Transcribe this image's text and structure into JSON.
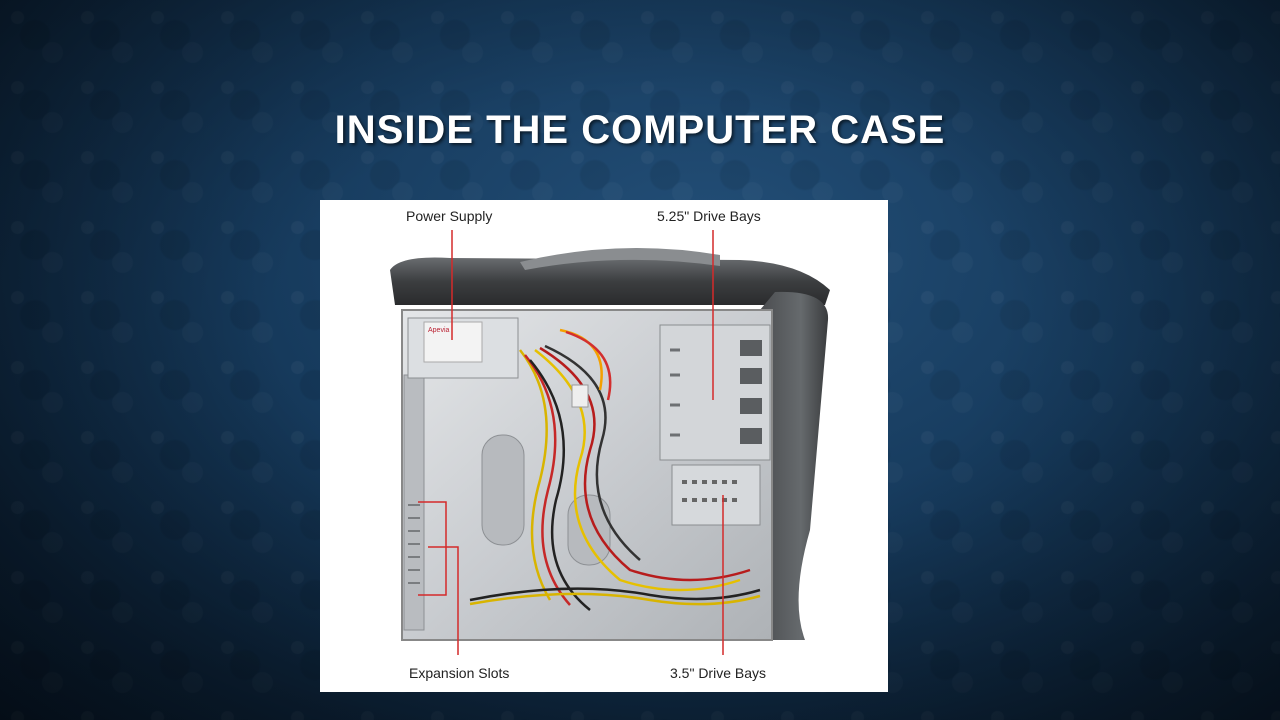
{
  "slide": {
    "title": "INSIDE THE COMPUTER CASE"
  },
  "photo": {
    "labels": {
      "power_supply": "Power Supply",
      "drive_bays_525": "5.25\" Drive Bays",
      "expansion_slots": "Expansion Slots",
      "drive_bays_35": "3.5\" Drive Bays"
    },
    "psu_brand": "Apevia"
  },
  "colors": {
    "callout_red": "#d42a2a",
    "background_navy": "#163a5c"
  }
}
